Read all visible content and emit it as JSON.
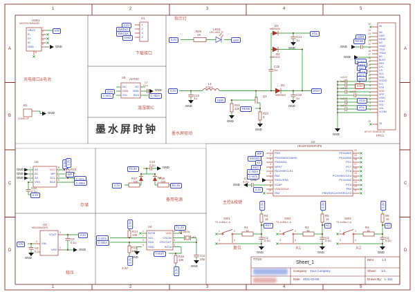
{
  "common": {
    "gnd": "GND",
    "v33": "3.3V"
  },
  "frame": {
    "cols": [
      "1",
      "2",
      "3",
      "4",
      "5"
    ],
    "rows": [
      "A",
      "B",
      "C",
      "D"
    ]
  },
  "sheet_title": "墨水屏时钟",
  "usb": {
    "label": "充电接口&电池",
    "ref": "USB1",
    "part": "MICRO5.9MMUSB",
    "pins": [
      "VBUS",
      "D-",
      "D+",
      "ID",
      "GND"
    ],
    "nums": [
      "1",
      "2",
      "3",
      "4",
      "5",
      "6"
    ],
    "vin": "VIN",
    "bat_ref": "B1",
    "bat_part": "CH250-2P"
  },
  "download": {
    "label": "下载接口",
    "ref": "H1",
    "flags": [
      "3.3V",
      "SWDIO",
      "SWCLK",
      "GND"
    ],
    "nums": [
      "1",
      "2",
      "3",
      "4"
    ]
  },
  "temp": {
    "label": "温湿度IC",
    "ref": "U5",
    "part": "AHT20",
    "p_nc1": "NC",
    "p_nc2": "NC",
    "p_vdd": "VDD",
    "p_gnd": "GND",
    "p_scl": "SCL",
    "p_sda": "SDA",
    "f_scl": "C-SCL",
    "f_sda": "C-SDA",
    "c_ref": "C7",
    "c_val": "0.1u"
  },
  "indicator": {
    "label": "指示灯",
    "r_ref": "R20",
    "r_val": "1K",
    "led_ref": "LED1",
    "led_part": "LED-0603_R",
    "f_led": "LED"
  },
  "driver": {
    "label": "墨水屏驱动",
    "c13": "C13",
    "c13v": "1u",
    "l1": "L1",
    "l1v": "47uH",
    "q1": "Q1",
    "f_gdr": "GDR",
    "r21": "R21",
    "r21v": "12k",
    "f_rese": "RESE",
    "r22": "R22",
    "r22v": "3",
    "d1": "D1",
    "d1p": "MBR0530",
    "d2": "D2",
    "d2p": "MBR0530",
    "d3": "D3",
    "d3p": "MBR0530",
    "c14": "C14",
    "c14v": "1u",
    "c15": "C15",
    "c15v": "1u",
    "c16": "C16",
    "c16v": "1u",
    "f_vgl": "VGL",
    "f_vgh": "VGH"
  },
  "fpc": {
    "ref": "FPC1",
    "part": "AFC07-S24ECA-00",
    "names": [
      "26",
      "NC",
      "GDR",
      "RESE",
      "NC",
      "VSH2",
      "TSCL",
      "TSDA",
      "BS",
      "BUSY",
      "RES",
      "D/C",
      "CS",
      "SCL",
      "SDA",
      "VDDIO",
      "VCI",
      "VSS",
      "VDD",
      "VPP",
      "VSH1",
      "VGH",
      "VSL",
      "VGL",
      "VCOM",
      "25"
    ],
    "nums": [
      "26",
      "24",
      "23",
      "22",
      "21",
      "20",
      "19",
      "18",
      "17",
      "16",
      "15",
      "14",
      "13",
      "12",
      "11",
      "10",
      "9",
      "8",
      "7",
      "6",
      "5",
      "4",
      "3",
      "2",
      "1",
      "25"
    ],
    "f_gdr": "GDR",
    "f_rese": "RESE",
    "f_busy": "BUSY",
    "f_res": "RES",
    "f_dc": "D/C",
    "f_cs": "CS",
    "f_scl": "SCL",
    "f_sda": "SDA",
    "f_vgh": "VGH",
    "f_vgl": "VGL",
    "c17": "1uC17",
    "c18": "1uC18",
    "c19": "1uC19",
    "c20": "1uC20",
    "c21": "1uC21",
    "c22": "1uC22",
    "c23": "1uC23"
  },
  "storage": {
    "label": "存储",
    "ref": "U6",
    "left": [
      "A0",
      "A1",
      "A2",
      "VSS"
    ],
    "right": [
      "VCC",
      "WP",
      "SCL",
      "SDA"
    ],
    "lnums": [
      "1",
      "2",
      "3",
      "4"
    ],
    "rnums": [
      "8",
      "7",
      "6",
      "5"
    ],
    "c12": "C12",
    "c12v": "0.1u",
    "f_wp": "WP",
    "r19": "R19",
    "r19v": "10k",
    "f_scl": "C-SCL",
    "f_sda": "C-SDA"
  },
  "backup": {
    "label": "备用电源",
    "f_t": "T3.3V",
    "c10": "C10",
    "c10v": "0.1u",
    "d4": "D4",
    "r17": "R17",
    "r17v": "100",
    "r18": "R18",
    "r18v": "100",
    "f_bat": "B3.3V"
  },
  "rtc": {
    "ref": "U4",
    "left": [
      "INT/B",
      "SCL",
      "SDA",
      "GND"
    ],
    "right": [
      "VDD",
      "OSCIN",
      "OSCOUT",
      "INT/A"
    ],
    "lnums": [
      "1",
      "2",
      "3",
      "4"
    ],
    "rnums": [
      "8",
      "7",
      "6",
      "5"
    ],
    "f_scl": "C-SCL",
    "f_sda": "C-SDA",
    "r14": "R14",
    "r14v": "10k",
    "r15": "R15",
    "r15v": "10k",
    "r16": "R16",
    "r16v": "10k",
    "net33": "3.3V",
    "f_t": "T3.3V",
    "x1": "X1",
    "x1v": "32.768KHz",
    "c11": "C11",
    "c11v": "15p",
    "f_trst": "T-RST"
  },
  "mcu": {
    "label": "主控&按键",
    "ref": "U2",
    "part": "HK32F030MF4P6",
    "left": [
      "PD4",
      "PD5/SWDIO/AIN0",
      "PD6/AIN1",
      "NRST",
      "PA1/HSECLK1",
      "PA2",
      "VSS/VSSA",
      "VCAP",
      "VDD/VDDA",
      "PA3"
    ],
    "right": [
      "PD3/AIN3",
      "PD2/AIN4",
      "PD1",
      "PC7",
      "PC6",
      "PC5/HSECLK4",
      "PC4/AIN2",
      "PC3",
      "PB4",
      "PB5/SWCLK/HSECLK3"
    ],
    "lnums": [
      "1",
      "2",
      "3",
      "4",
      "5",
      "6",
      "7",
      "8",
      "9",
      "10"
    ],
    "rnums": [
      "20",
      "19",
      "18",
      "17",
      "16",
      "15",
      "14",
      "13",
      "12",
      "11"
    ],
    "f_wp": "WP",
    "f_swdio": "SWDIO",
    "f_k1": "K1",
    "f_rst": "RST",
    "f_csda": "C-SDA",
    "f_cscl": "C-SCL",
    "c1": "C1",
    "c1v": "4.7u"
  },
  "buttons": [
    {
      "sw": "SW1",
      "part": "TS-1145A-C-A",
      "r": "R1",
      "rv": "1k",
      "pr": "R4",
      "prv": "1k",
      "c": "C2",
      "cv": "0.1u",
      "flag": "RST",
      "tag": "复位",
      "n1": "1",
      "n2": "2",
      "n3": "3",
      "n4": "4"
    },
    {
      "sw": "SW2",
      "part": "TS-1145A-C-A",
      "r": "R2",
      "rv": "1k",
      "pr": "R5",
      "prv": "1k",
      "c": "C3",
      "cv": "0.1u",
      "flag": "K1",
      "tag": "K1",
      "n1": "1",
      "n2": "2",
      "n3": "3",
      "n4": "4"
    },
    {
      "sw": "SW3",
      "part": "TS-1145A-C-A",
      "r": "R3",
      "rv": "1k",
      "pr": "R6",
      "prv": "1k",
      "c": "C4",
      "cv": "0.1u",
      "flag": "K2",
      "tag": "K2",
      "n1": "1",
      "n2": "2",
      "n3": "3",
      "n4": "4"
    }
  ],
  "regulator": {
    "label": "稳压",
    "ref": "U3",
    "part": "ME6206A33PG",
    "p_vin": "VIN",
    "p_vout": "VOUT",
    "p_vss": "VSS",
    "n_vin": "2",
    "n_vout": "3",
    "n_vss": "1",
    "f_vin": "VIN",
    "c9": "C9",
    "c9v": "0.1u",
    "c8": "C8",
    "c8v": "0.1u"
  },
  "title_block": {
    "title_label": "TITLE:",
    "title": "Sheet_1",
    "rev_label": "REV:",
    "rev": "1.0",
    "company_label": "Company:",
    "company": "Your Company",
    "sheet_label": "Sheet:",
    "sheet": "1/1",
    "date_label": "Date:",
    "date": "2021-03-08",
    "drawn_label": "Drawn By:",
    "drawn": "L-151"
  }
}
